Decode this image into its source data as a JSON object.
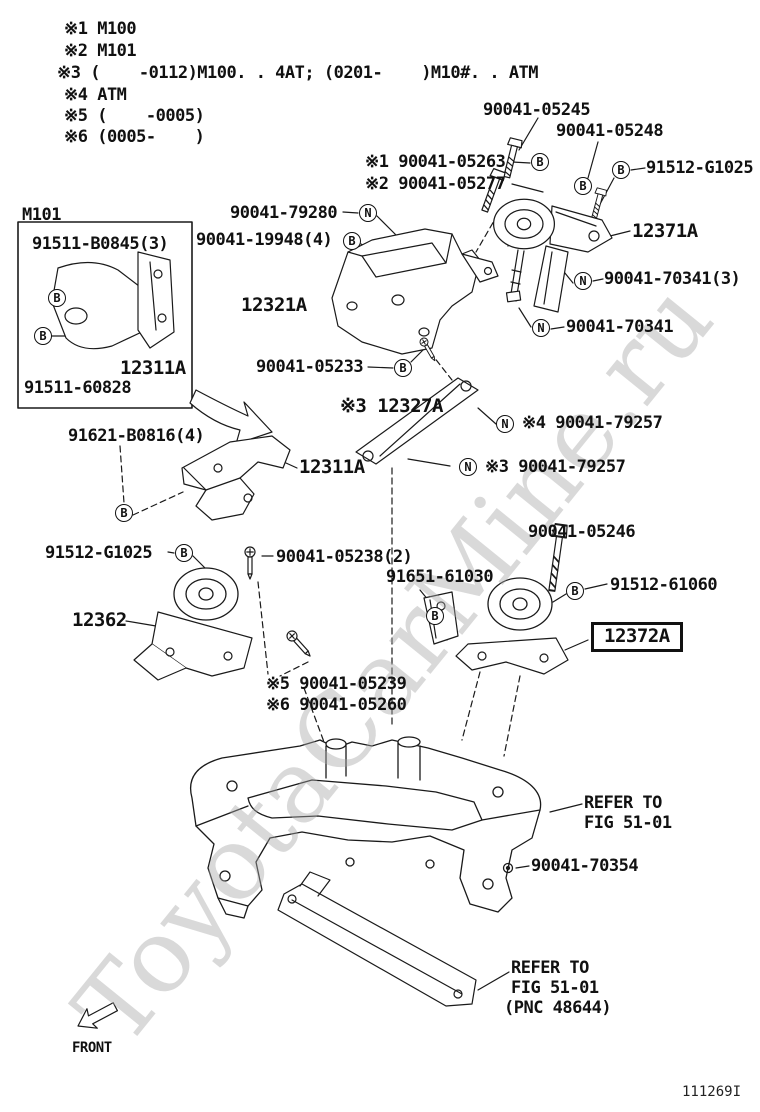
{
  "meta": {
    "watermark": "ToyotaCarMine.ru",
    "figure_code": "111269I",
    "front_label": "FRONT"
  },
  "legend": [
    "※1 M100",
    "※2 M101",
    "※3 (    -0112)M100. . 4AT; (0201-    )M10#. . ATM",
    "※4 ATM",
    "※5 (    -0005)",
    "※6 (0005-    )"
  ],
  "markers": {
    "b": "B",
    "n": "N"
  },
  "labels": {
    "bolt_05245": "90041-05245",
    "bolt_05248": "90041-05248",
    "bolt_05263": "※1 90041-05263",
    "bolt_05277": "※2 90041-05277",
    "g1025_top": "91512-G1025",
    "part_12371a": "12371A",
    "nut_79280": "90041-79280",
    "bolt_19948": "90041-19948(4)",
    "m101_title": "M101",
    "part_91511_b0845": "91511-B0845(3)",
    "part_12311a_inset": "12311A",
    "part_91511_60828": "91511-60828",
    "part_12321a": "12321A",
    "nut_70341_3": "90041-70341(3)",
    "nut_70341": "90041-70341",
    "bolt_05233": "90041-05233",
    "part_12327a": "※3 12327A",
    "nut_79257_4": "※4 90041-79257",
    "nut_79257_3": "※3 90041-79257",
    "part_91621_b0816": "91621-B0816(4)",
    "part_12311a": "12311A",
    "bolt_05246": "90041-05246",
    "g1025_left": "91512-G1025",
    "bolt_05238": "90041-05238(2)",
    "part_91651_61030": "91651-61030",
    "part_91512_61060": "91512-61060",
    "part_12362": "12362",
    "part_12372a": "12372A",
    "bolt_05239": "※5 90041-05239",
    "bolt_05260": "※6 90041-05260",
    "refer_fig5101_line1": "REFER TO",
    "refer_fig5101_line2": "FIG 51-01",
    "nut_70354": "90041-70354",
    "refer_pnc_line1": "REFER TO",
    "refer_pnc_line2": "FIG 51-01",
    "refer_pnc_line3": "(PNC 48644)"
  }
}
